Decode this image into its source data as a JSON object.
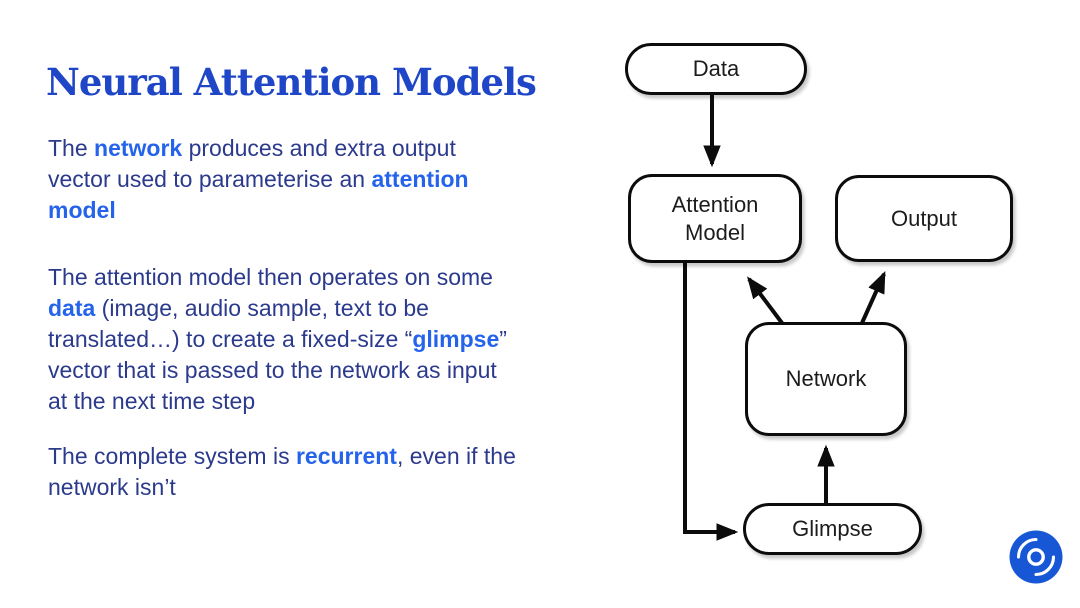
{
  "slide": {
    "title": "Neural Attention Models",
    "paragraphs": [
      {
        "lines": [
          {
            "segments": [
              {
                "t": "The ",
                "em": false
              },
              {
                "t": "network",
                "em": true
              },
              {
                "t": " produces and extra output",
                "em": false
              }
            ]
          },
          {
            "segments": [
              {
                "t": "vector used to parameterise an ",
                "em": false
              },
              {
                "t": "attention",
                "em": true
              }
            ]
          },
          {
            "segments": [
              {
                "t": "model",
                "em": true
              }
            ]
          }
        ]
      },
      {
        "lines": [
          {
            "segments": [
              {
                "t": "The attention model then operates on some",
                "em": false
              }
            ]
          },
          {
            "segments": [
              {
                "t": "data",
                "em": true
              },
              {
                "t": " (image, audio sample, text to be",
                "em": false
              }
            ]
          },
          {
            "segments": [
              {
                "t": "translated…) to create a fixed-size “",
                "em": false
              },
              {
                "t": "glimpse",
                "em": true
              },
              {
                "t": "”",
                "em": false
              }
            ]
          },
          {
            "segments": [
              {
                "t": "vector that is passed to the network as input",
                "em": false
              }
            ]
          },
          {
            "segments": [
              {
                "t": "at the next time step",
                "em": false
              }
            ]
          }
        ]
      },
      {
        "lines": [
          {
            "segments": [
              {
                "t": "The complete system is ",
                "em": false
              },
              {
                "t": "recurrent",
                "em": true
              },
              {
                "t": ", even if the",
                "em": false
              }
            ]
          },
          {
            "segments": [
              {
                "t": "network isn’t",
                "em": false
              }
            ]
          }
        ]
      }
    ]
  },
  "diagram": {
    "nodes": [
      {
        "id": "data",
        "label": "Data"
      },
      {
        "id": "attention-model",
        "label": "Attention Model"
      },
      {
        "id": "output",
        "label": "Output"
      },
      {
        "id": "network",
        "label": "Network"
      },
      {
        "id": "glimpse",
        "label": "Glimpse"
      }
    ],
    "edges": [
      {
        "from": "data",
        "to": "attention-model"
      },
      {
        "from": "network",
        "to": "attention-model"
      },
      {
        "from": "network",
        "to": "output"
      },
      {
        "from": "glimpse",
        "to": "network"
      },
      {
        "from": "attention-model",
        "to": "glimpse"
      }
    ]
  },
  "branding": {
    "logo": "deepmind-swirl-logo"
  },
  "colors": {
    "title": "#1e46c7",
    "body": "#2b3a8c",
    "accent": "#2563eb",
    "stroke": "#0c0c0c",
    "logo": "#1757d6",
    "background": "#ffffff"
  }
}
